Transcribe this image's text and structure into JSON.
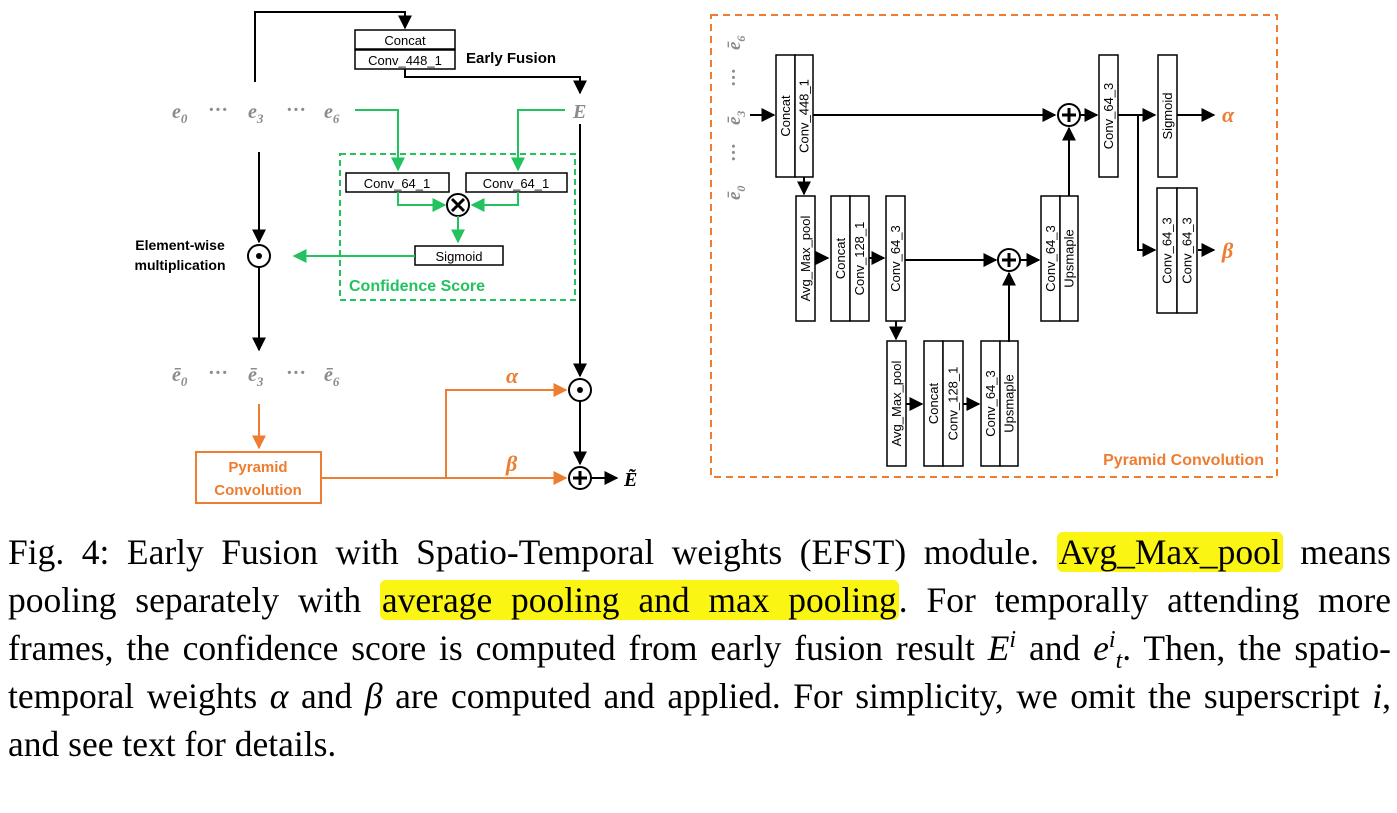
{
  "left_diagram": {
    "concat_label": "Concat",
    "conv448_label": "Conv_448_1",
    "early_fusion_label": "Early Fusion",
    "e_seq": {
      "e0": "e",
      "e0_sub": "0",
      "dots": "···",
      "e3": "e",
      "e3_sub": "3",
      "e6": "e",
      "e6_sub": "6"
    },
    "E_label": "E",
    "conv64_left": "Conv_64_1",
    "conv64_right": "Conv_64_1",
    "sigmoid_label": "Sigmoid",
    "confidence_label": "Confidence Score",
    "elementwise_line1": "Element-wise",
    "elementwise_line2": "multiplication",
    "ebar_seq": {
      "e0": "ē",
      "e0_sub": "0",
      "dots": "···",
      "e3": "ē",
      "e3_sub": "3",
      "e6": "ē",
      "e6_sub": "6"
    },
    "pyramid_line1": "Pyramid",
    "pyramid_line2": "Convolution",
    "alpha": "α",
    "beta": "β",
    "E_tilde": "Ẽ"
  },
  "right_diagram": {
    "title": "Pyramid Convolution",
    "input_labels": {
      "e0": "ē",
      "e0_sub": "0",
      "dots": "···",
      "e3": "ē",
      "e3_sub": "3",
      "e6": "ē",
      "e6_sub": "6"
    },
    "boxes": {
      "concat": "Concat",
      "conv448": "Conv_448_1",
      "avgmax1": "Avg_Max_pool",
      "concat2": "Concat",
      "conv128a": "Conv_128_1",
      "conv64a": "Conv_64_3",
      "avgmax2": "Avg_Max_pool",
      "concat3": "Concat",
      "conv128b": "Conv_128_1",
      "conv64b": "Conv_64_3",
      "upsample_b": "Upsmaple",
      "conv64c": "Conv_64_3",
      "upsample_c": "Upsmaple",
      "conv64d": "Conv_64_3",
      "sigmoid": "Sigmoid",
      "conv64e": "Conv_64_3",
      "conv64f": "Conv_64_3"
    },
    "alpha": "α",
    "beta": "β"
  },
  "caption": {
    "part1": "Fig. 4: Early Fusion with Spatio-Temporal weights (EFST) module. ",
    "hl1": "Avg_Max_pool",
    "part2": " means pooling separately with ",
    "hl2": "average pooling and max pooling",
    "part3": ". For temporally attending more frames, the confidence score is computed from early fusion result ",
    "E": "E",
    "E_sup": "i",
    "part4": " and ",
    "e": "e",
    "e_sub": "t",
    "e_sup": "i",
    "part5": ". Then, the spatio-temporal weights ",
    "alpha": "α",
    "part6": " and ",
    "beta": "β",
    "part7": " are computed and applied. For simplicity, we omit the superscript ",
    "i": "i",
    "part8": ", and see text for details."
  },
  "colors": {
    "green": "#22c35e",
    "orange": "#ed7d31",
    "gray": "#8c8c8c",
    "highlight": "#fbf514"
  }
}
